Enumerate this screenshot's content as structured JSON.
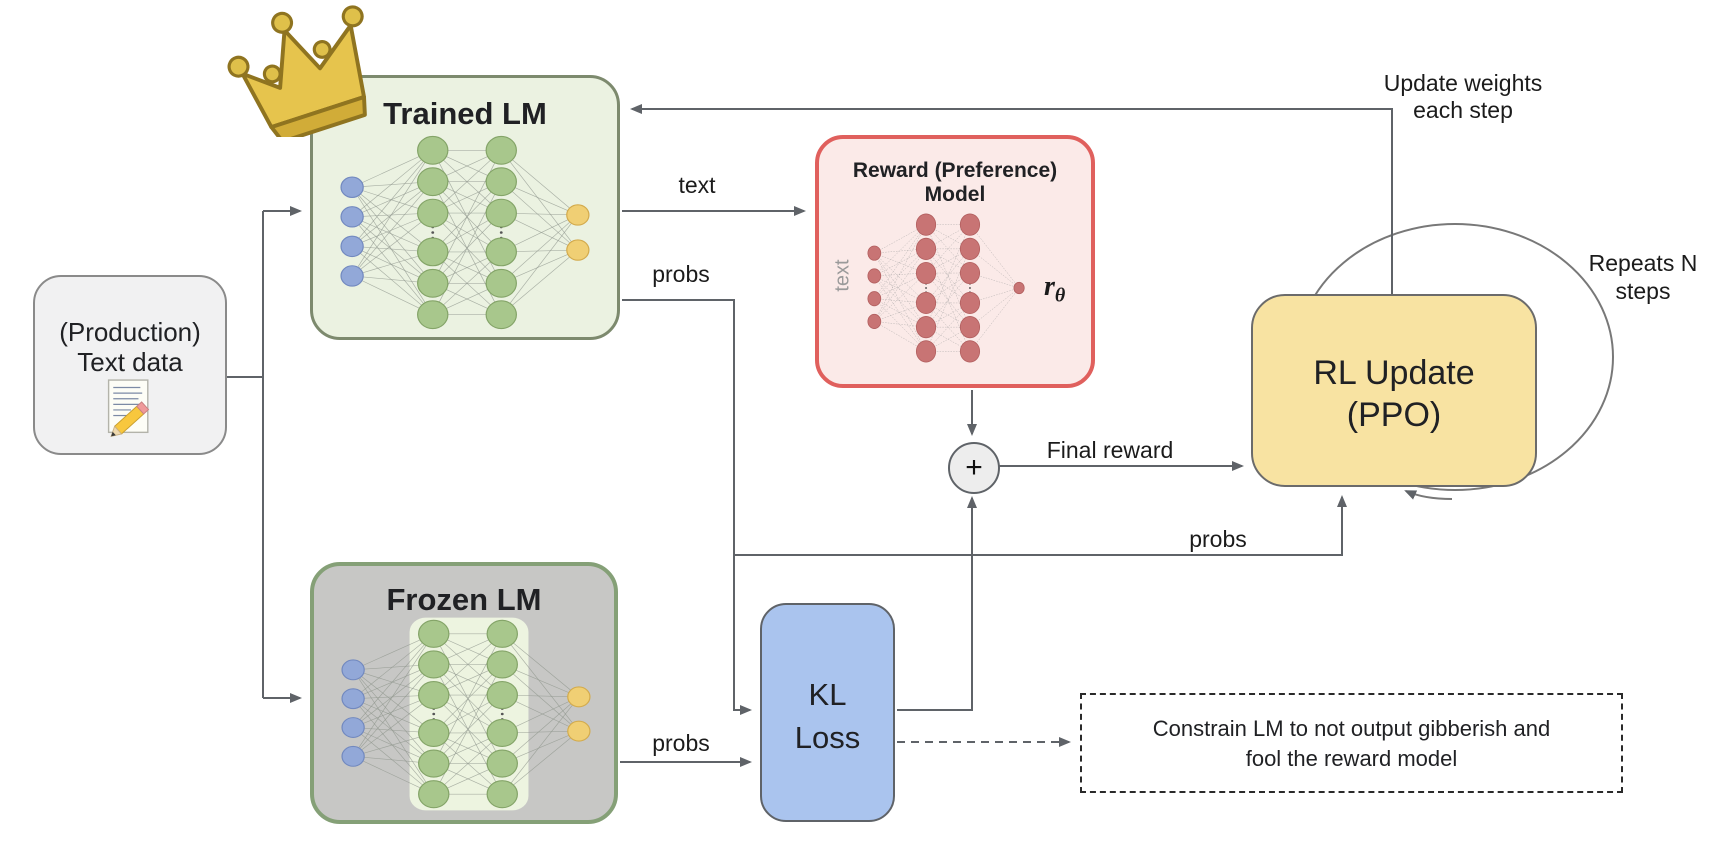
{
  "colors": {
    "line": "#5f6368",
    "trained_fill": "#ebf2e1",
    "trained_border": "#7d8a6e",
    "frozen_fill": "#c7c7c5",
    "frozen_border": "#85a077",
    "reward_fill": "#fbeae8",
    "reward_border": "#e0605d",
    "rl_fill": "#f8e3a2",
    "rl_border": "#6b6b6b",
    "kl_fill": "#aac4ee",
    "kl_border": "#5f6368",
    "data_fill": "#f1f1f2",
    "data_border": "#8a8a8a",
    "plus_fill": "#ededed",
    "nn_green": "#a8c78c",
    "nn_blue": "#92a8d8",
    "nn_yellow": "#f0cf74",
    "nn_red": "#c87474"
  },
  "nodes": {
    "text_data": {
      "lines": [
        "(Production)",
        "Text data"
      ]
    },
    "trained_lm": {
      "title": "Trained LM"
    },
    "frozen_lm": {
      "title": "Frozen LM"
    },
    "reward_model": {
      "title_lines": [
        "Reward (Preference)",
        "Model"
      ],
      "input_label": "text",
      "output_var": "r",
      "output_sub": "θ"
    },
    "rl_update": {
      "lines": [
        "RL Update",
        "(PPO)"
      ]
    },
    "kl_loss": {
      "lines": [
        "KL",
        "Loss"
      ]
    },
    "plus_junction": {
      "symbol": "+"
    },
    "constrain_note": {
      "lines": [
        "Constrain LM to not output gibberish and",
        "fool the reward model"
      ]
    }
  },
  "edge_labels": {
    "text_to_reward": "text",
    "probs_to_kl_from_trained": "probs",
    "probs_to_kl_from_frozen": "probs",
    "probs_to_rl": "probs",
    "final_reward": "Final reward",
    "update_weights": [
      "Update weights",
      "each step"
    ],
    "repeats": [
      "Repeats N",
      "steps"
    ]
  },
  "icons": {
    "crown": "👑",
    "memo": "📝"
  }
}
